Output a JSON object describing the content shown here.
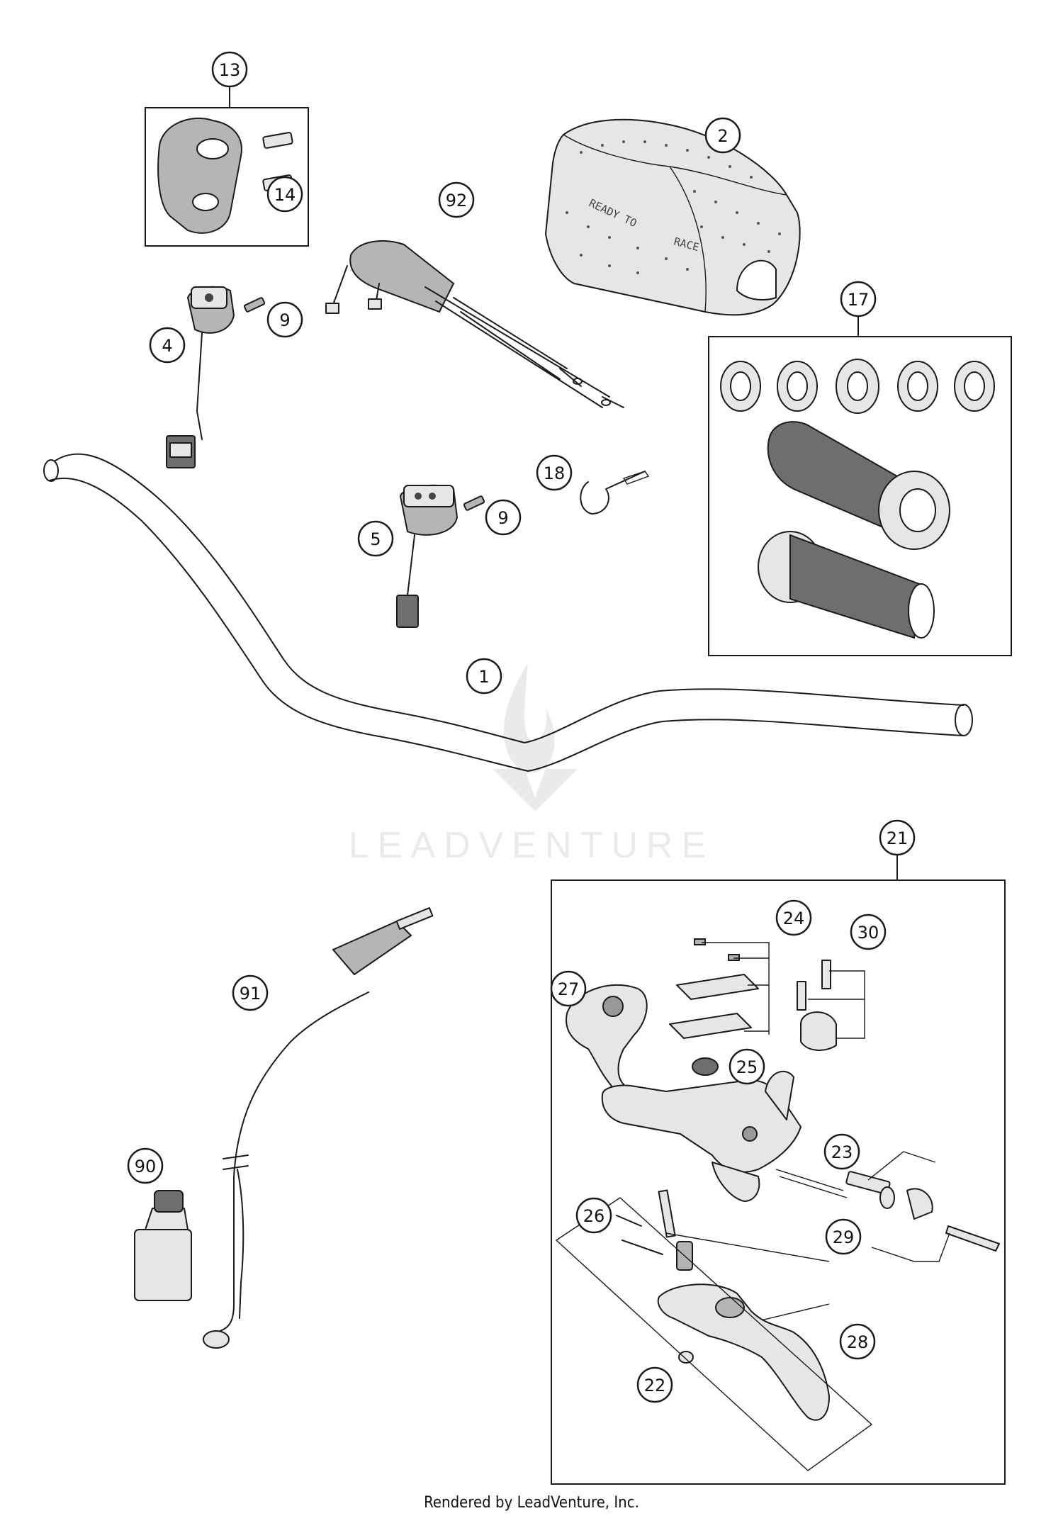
{
  "watermark": {
    "brand": "LEADVENTURE"
  },
  "footer": {
    "text": "Rendered by LeadVenture, Inc."
  },
  "callouts": [
    {
      "id": "c13",
      "label": "13"
    },
    {
      "id": "c14",
      "label": "14"
    },
    {
      "id": "c2",
      "label": "2"
    },
    {
      "id": "c92",
      "label": "92"
    },
    {
      "id": "c9a",
      "label": "9"
    },
    {
      "id": "c4",
      "label": "4"
    },
    {
      "id": "c17",
      "label": "17"
    },
    {
      "id": "c18",
      "label": "18"
    },
    {
      "id": "c9b",
      "label": "9"
    },
    {
      "id": "c5",
      "label": "5"
    },
    {
      "id": "c1",
      "label": "1"
    },
    {
      "id": "c21",
      "label": "21"
    },
    {
      "id": "c24",
      "label": "24"
    },
    {
      "id": "c30",
      "label": "30"
    },
    {
      "id": "c27",
      "label": "27"
    },
    {
      "id": "c91",
      "label": "91"
    },
    {
      "id": "c25",
      "label": "25"
    },
    {
      "id": "c23",
      "label": "23"
    },
    {
      "id": "c90",
      "label": "90"
    },
    {
      "id": "c29",
      "label": "29"
    },
    {
      "id": "c26",
      "label": "26"
    },
    {
      "id": "c28",
      "label": "28"
    },
    {
      "id": "c22",
      "label": "22"
    }
  ],
  "pad_text": {
    "line1": "READY TO",
    "line2": "RACE"
  }
}
